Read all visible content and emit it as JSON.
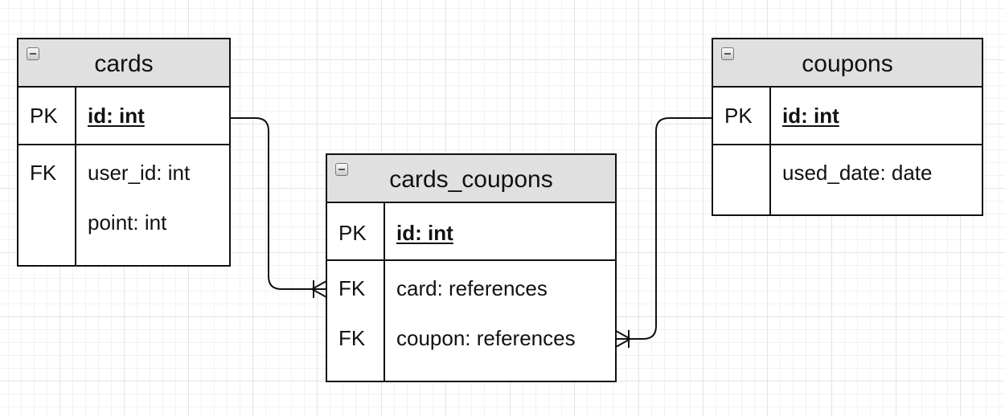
{
  "tables": {
    "cards": {
      "title": "cards",
      "primary_key": {
        "key": "PK",
        "field": "id: int"
      },
      "attributes": [
        {
          "key": "FK",
          "field": "user_id: int"
        },
        {
          "key": "",
          "field": "point: int"
        }
      ]
    },
    "cards_coupons": {
      "title": "cards_coupons",
      "primary_key": {
        "key": "PK",
        "field": "id: int"
      },
      "attributes": [
        {
          "key": "FK",
          "field": "card: references"
        },
        {
          "key": "FK",
          "field": "coupon: references"
        }
      ]
    },
    "coupons": {
      "title": "coupons",
      "primary_key": {
        "key": "PK",
        "field": "id: int"
      },
      "attributes": [
        {
          "key": "",
          "field": "used_date: date"
        }
      ]
    }
  },
  "relationships": [
    {
      "from": "cards.id",
      "to": "cards_coupons.card",
      "cardinality": "one-to-many"
    },
    {
      "from": "coupons.id",
      "to": "cards_coupons.coupon",
      "cardinality": "one-to-many"
    }
  ],
  "colors": {
    "header": "#e0e0e0",
    "border": "#111111",
    "grid": "#e4e4e4"
  }
}
